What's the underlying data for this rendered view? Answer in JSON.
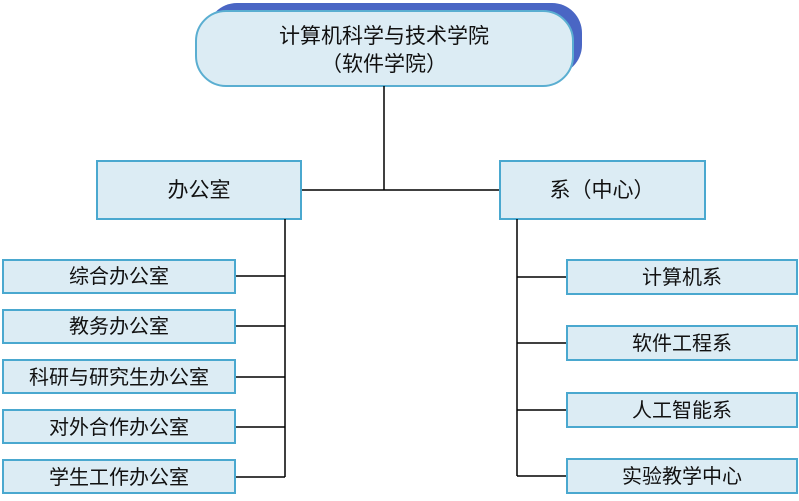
{
  "root": {
    "line1": "计算机科学与技术学院",
    "line2": "（软件学院）"
  },
  "office": {
    "label": "办公室",
    "children": [
      "综合办公室",
      "教务办公室",
      "科研与研究生办公室",
      "对外合作办公室",
      "学生工作办公室"
    ]
  },
  "departments": {
    "label": "系（中心）",
    "children": [
      "计算机系",
      "软件工程系",
      "人工智能系",
      "实验教学中心"
    ]
  },
  "colors": {
    "box_fill": "#dcecf4",
    "box_border": "#4aa8cf",
    "root_shadow": "#4a66c4",
    "connector": "#000000"
  }
}
